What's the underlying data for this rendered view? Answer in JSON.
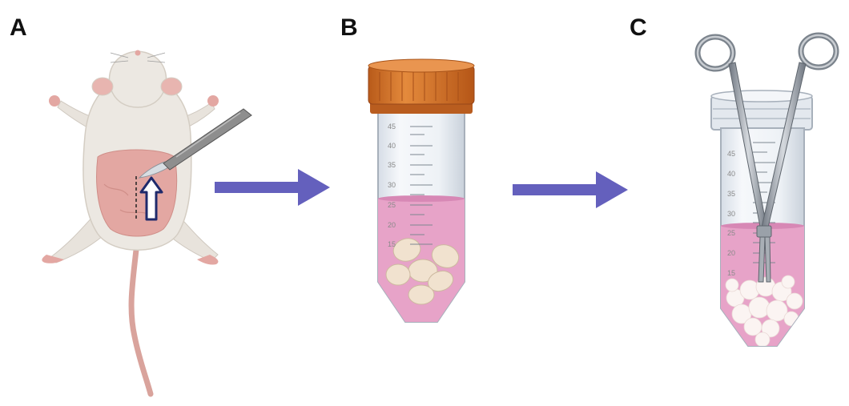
{
  "panels": [
    {
      "id": "A",
      "label": "A"
    },
    {
      "id": "B",
      "label": "B"
    },
    {
      "id": "C",
      "label": "C"
    }
  ],
  "tube_b": {
    "ticks": [
      "45",
      "40",
      "35",
      "30",
      "25",
      "20",
      "15"
    ],
    "cap_color": "#d9772b",
    "liquid_color": "#e7a3c8"
  },
  "tube_c": {
    "ticks": [
      "45",
      "40",
      "35",
      "30",
      "25",
      "20",
      "15"
    ],
    "liquid_color": "#e7a3c8"
  },
  "colors": {
    "arrow": "#6460bd",
    "mouse_fur": "#ece8e2",
    "mouse_skin": "#e3a7a2",
    "scalpel": "#7c7c7c"
  },
  "icons": {
    "arrow_1": "arrow-right-icon",
    "arrow_2": "arrow-right-icon",
    "scalpel": "scalpel-icon",
    "forceps": "forceps-icon",
    "incision": "arrow-up-icon"
  }
}
